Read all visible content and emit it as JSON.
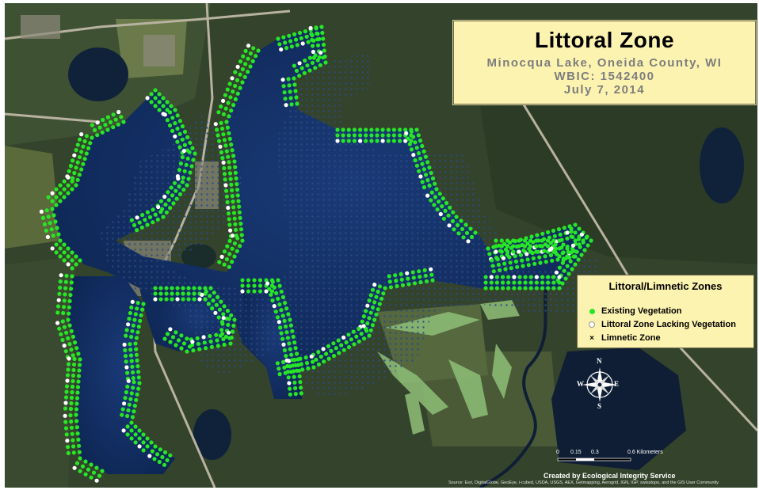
{
  "title": {
    "main": "Littoral Zone",
    "lake_line": "Minocqua Lake, Oneida County, WI",
    "wbic_line": "WBIC: 1542400",
    "date_line": "July 7, 2014"
  },
  "legend": {
    "title": "Littoral/Limnetic Zones",
    "items": [
      {
        "label": "Existing Vegetation",
        "symbol": "green-dot-icon",
        "color": "#27e627"
      },
      {
        "label": "Littoral Zone Lacking Vegetation",
        "symbol": "white-dot-icon",
        "color": "#ffffff"
      },
      {
        "label": "Limnetic Zone",
        "symbol": "x-mark-icon",
        "color": "#000000"
      }
    ]
  },
  "compass": {
    "n": "N",
    "s": "S",
    "e": "E",
    "w": "W"
  },
  "scale_bar": {
    "ticks": [
      "0",
      "0.15",
      "0.3",
      "0.6 Kilometers"
    ]
  },
  "credit": "Created by Ecological Integrity Service",
  "attribution": "Source: Esri, DigitalGlobe, GeoEye, i-cubed, USDA, USGS, AEX, Getmapping, Aerogrid, IGN, IGP, swisstopo, and the GIS User Community",
  "colors": {
    "lake": "#0f2a5c",
    "forest": "#33422a",
    "vegetation_dot": "#27e627",
    "lacking_dot": "#ffffff",
    "panel": "#fdf3b0"
  }
}
